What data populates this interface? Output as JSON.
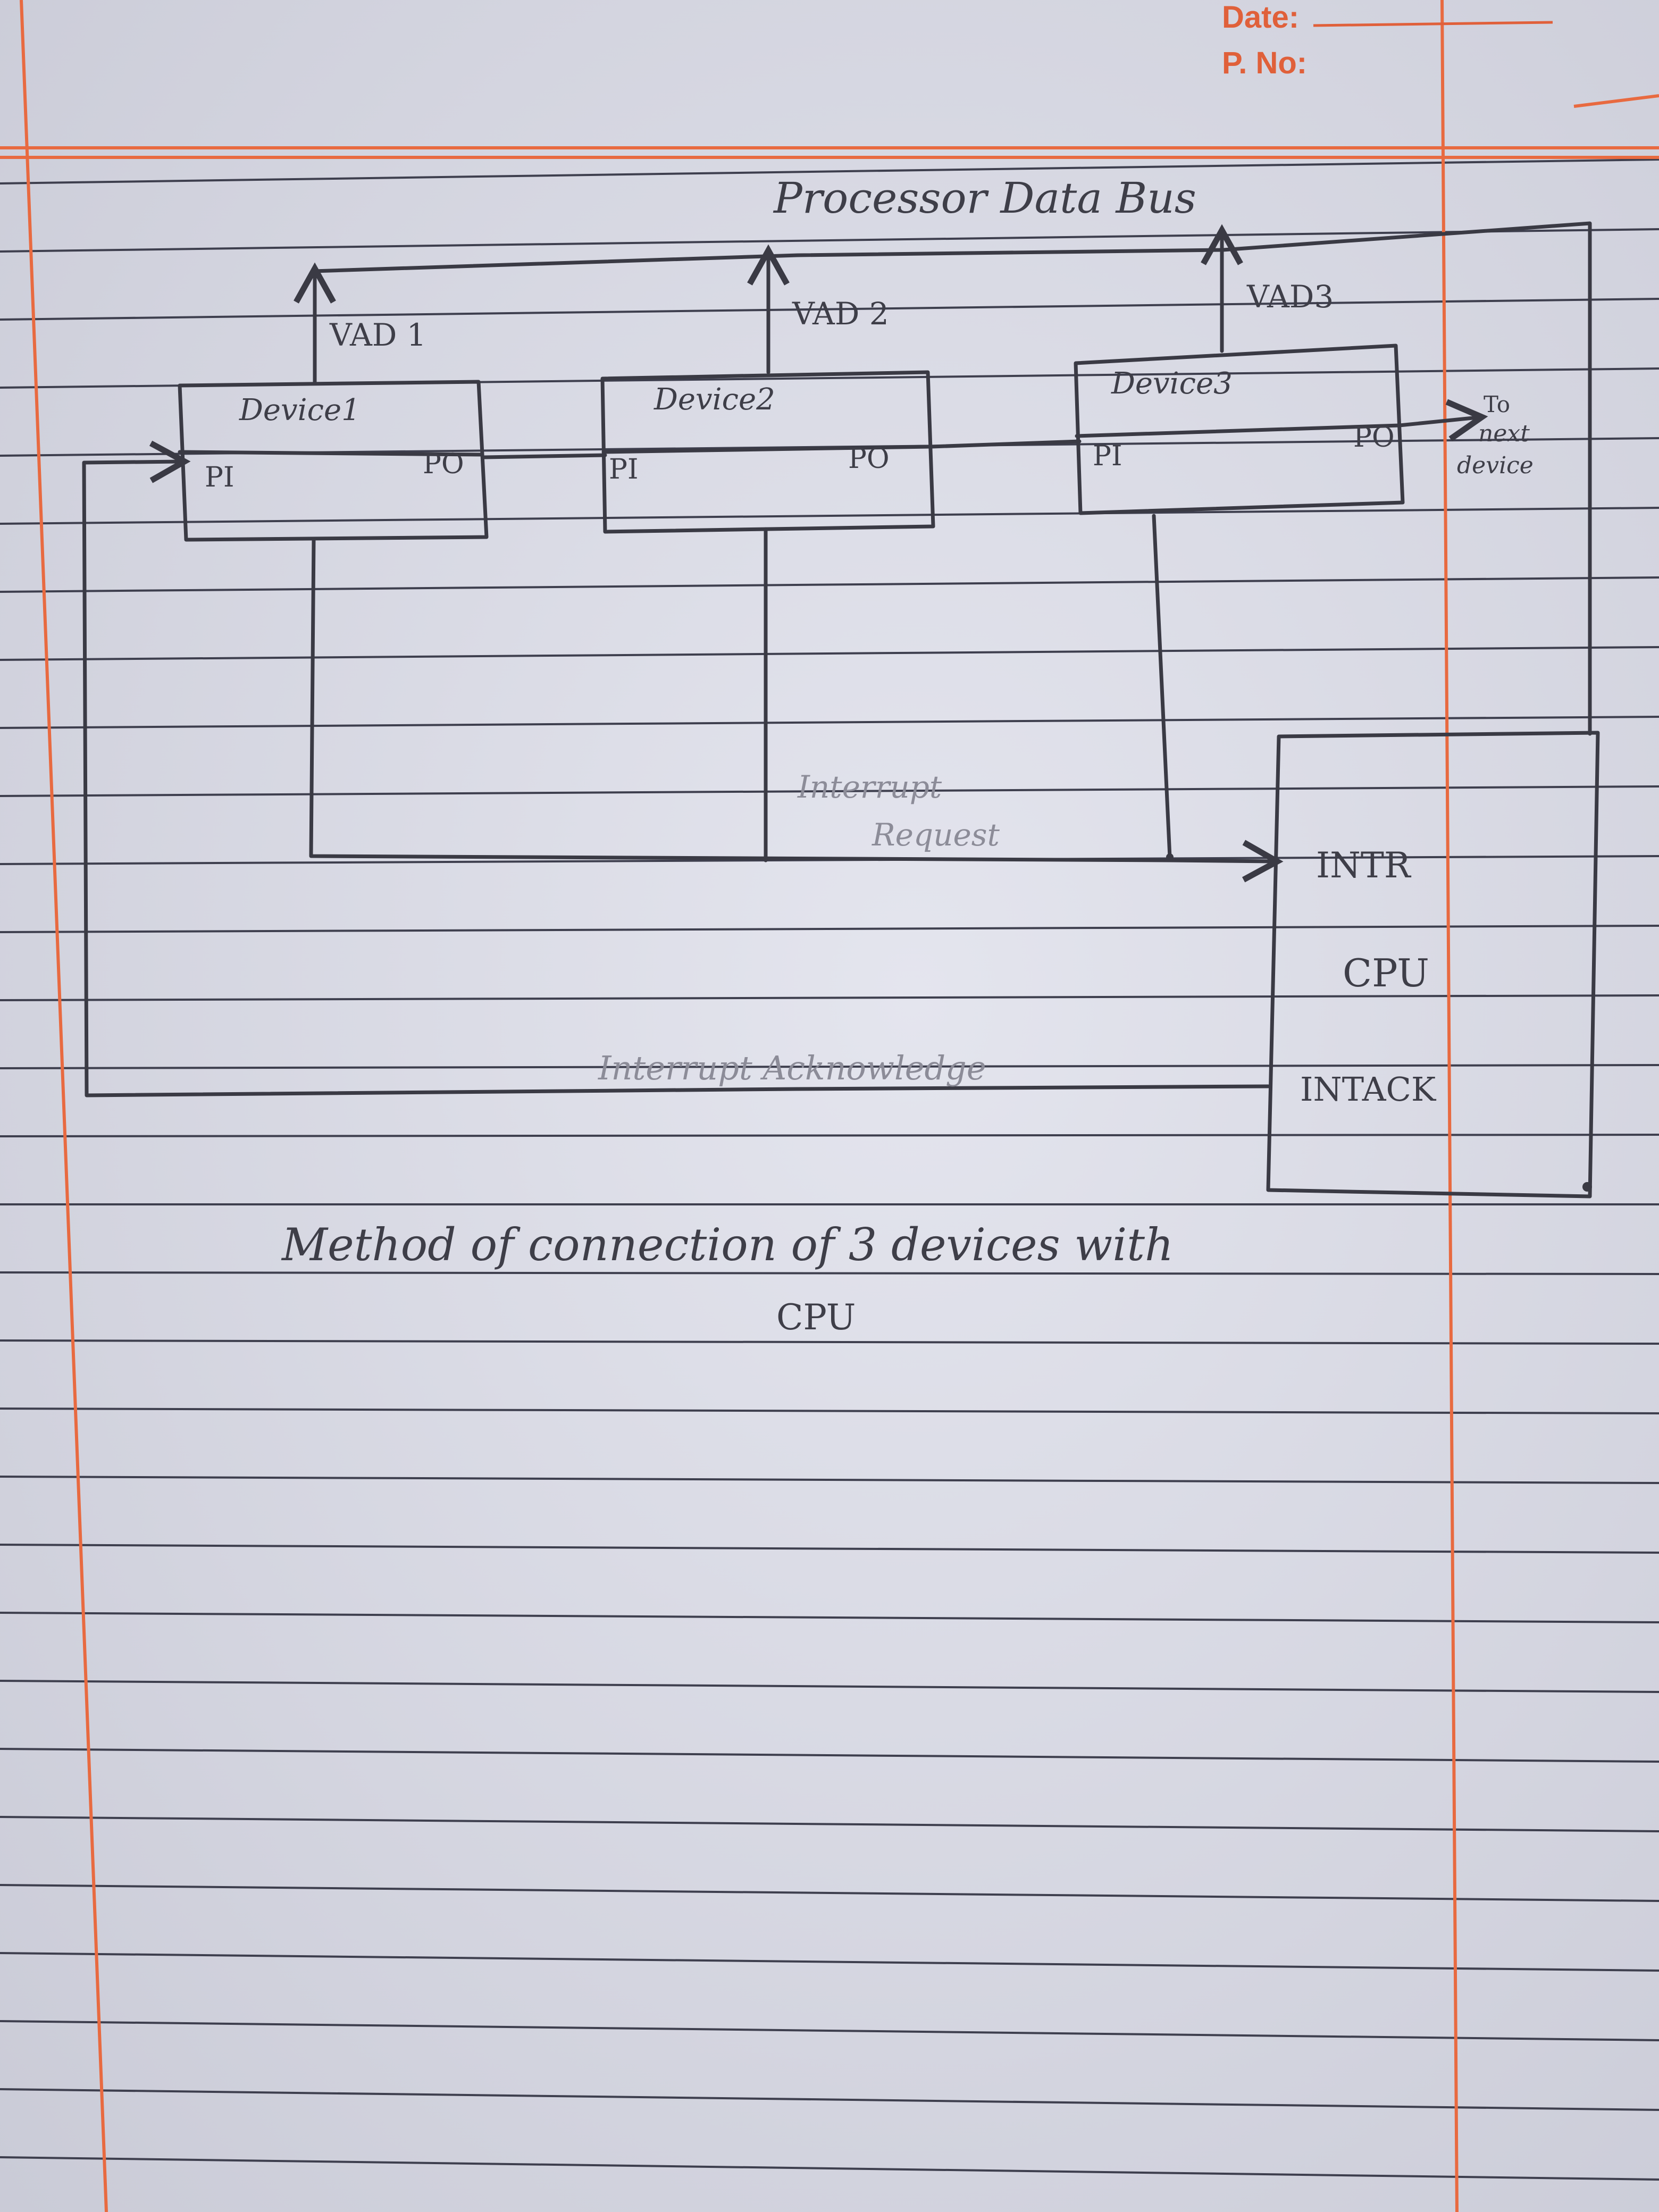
{
  "header": {
    "date_label": "Date:",
    "page_no_label": "P. No:"
  },
  "diagram": {
    "bus_label": "Processor Data Bus",
    "devices": [
      {
        "name": "Device1",
        "vad": "VAD 1",
        "pi": "PI",
        "po": "PO"
      },
      {
        "name": "Device2",
        "vad": "VAD 2",
        "pi": "PI",
        "po": "PO"
      },
      {
        "name": "Device3",
        "vad": "VAD3",
        "pi": "PI",
        "po": "PO"
      }
    ],
    "next_device": [
      "To",
      "next",
      "device"
    ],
    "cpu": {
      "name": "CPU",
      "intr": "INTR",
      "intack": "INTACK"
    },
    "interrupt_request": [
      "Interrupt",
      "Request"
    ],
    "interrupt_ack": "Interrupt Acknowledge"
  },
  "caption": {
    "line1": "Method of connection of 3 devices with",
    "line2": "CPU"
  },
  "colors": {
    "paper": "#dcdde6",
    "ruling": "#3e3f4e",
    "margin": "#e86a40",
    "ink": "#3a3a44"
  }
}
